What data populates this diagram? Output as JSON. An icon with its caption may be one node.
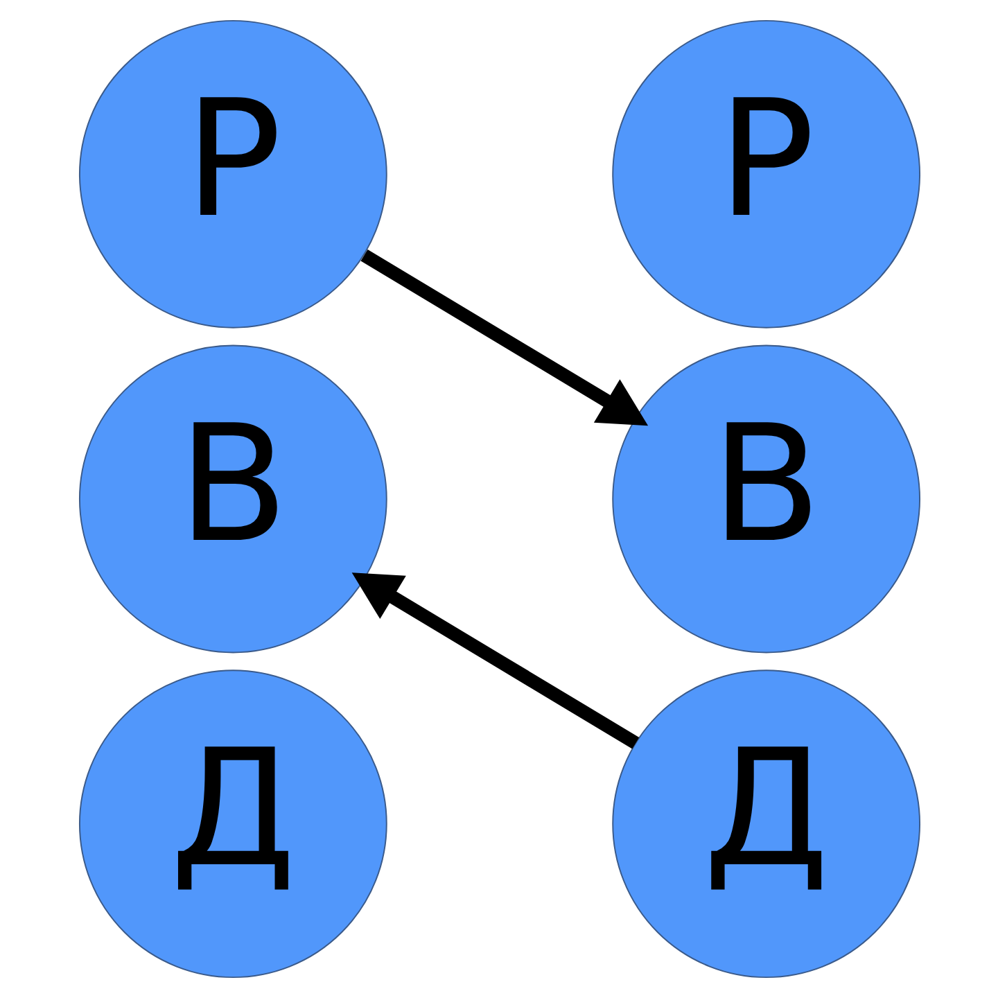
{
  "diagram": {
    "nodes": [
      {
        "text": [
          "Р"
        ]
      },
      {
        "text": [
          "Р"
        ]
      },
      {
        "text": [
          "В"
        ]
      },
      {
        "text": [
          "В"
        ]
      },
      {
        "text": [
          "Д"
        ]
      },
      {
        "text": [
          "Д"
        ]
      }
    ],
    "edges": [
      {
        "from": 0,
        "to": 3,
        "arrow": "to"
      },
      {
        "from": 5,
        "to": 2,
        "arrow": "to"
      }
    ]
  }
}
